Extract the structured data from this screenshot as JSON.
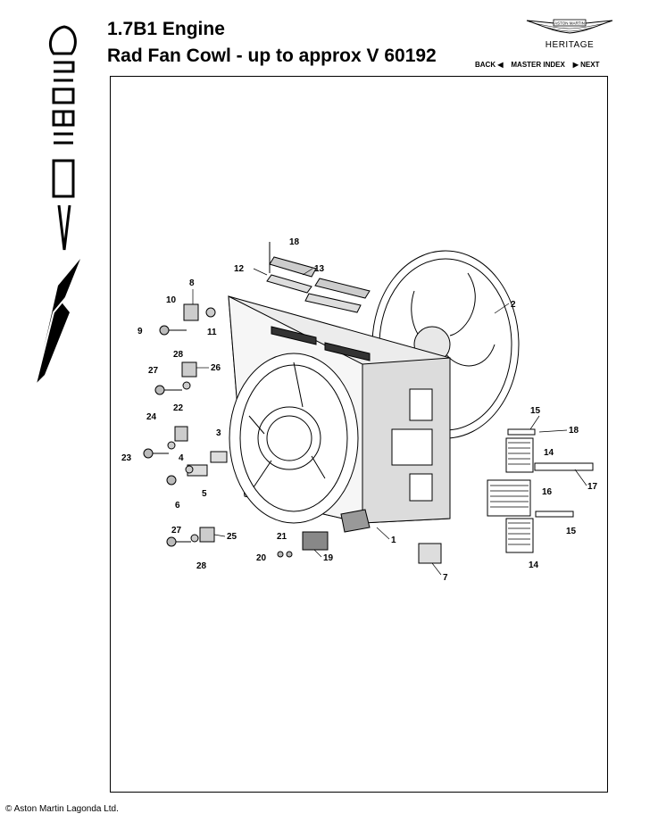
{
  "header": {
    "title_line1": "1.7B1 Engine",
    "title_line2": "Rad Fan Cowl - up to approx V 60192",
    "brand_text": "ASTON MARTIN",
    "brand_subtitle": "HERITAGE"
  },
  "nav": {
    "back": "BACK",
    "master_index": "MASTER INDEX",
    "next": "NEXT"
  },
  "side_logo": "Virage",
  "diagram": {
    "part_labels": [
      "18",
      "12",
      "13",
      "8",
      "10",
      "11",
      "9",
      "2",
      "28",
      "26",
      "27",
      "22",
      "24",
      "3",
      "23",
      "4",
      "6",
      "5",
      "15",
      "18",
      "14",
      "17",
      "16",
      "15",
      "1",
      "27",
      "25",
      "28",
      "21",
      "20",
      "19",
      "7",
      "14"
    ]
  },
  "footer": {
    "copyright": "© Aston Martin Lagonda Ltd."
  }
}
